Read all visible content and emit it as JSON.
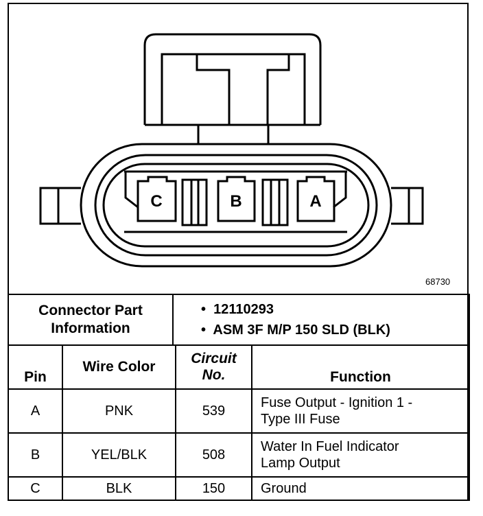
{
  "figure": {
    "id": "68730"
  },
  "connector": {
    "cavities": [
      "C",
      "B",
      "A"
    ]
  },
  "part_info": {
    "label_line1": "Connector Part",
    "label_line2": "Information",
    "items": [
      "12110293",
      "ASM 3F M/P 150 SLD (BLK)"
    ]
  },
  "pin_table": {
    "headers": {
      "pin": "Pin",
      "wire_color": "Wire Color",
      "circuit_line1": "Circuit",
      "circuit_line2": "No.",
      "function": "Function"
    },
    "rows": [
      {
        "pin": "A",
        "wire_color": "PNK",
        "circuit": "539",
        "function_line1": "Fuse Output - Ignition 1 -",
        "function_line2": "Type III Fuse"
      },
      {
        "pin": "B",
        "wire_color": "YEL/BLK",
        "circuit": "508",
        "function_line1": "Water In Fuel Indicator",
        "function_line2": "Lamp Output"
      },
      {
        "pin": "C",
        "wire_color": "BLK",
        "circuit": "150",
        "function_line1": "Ground",
        "function_line2": ""
      }
    ]
  }
}
